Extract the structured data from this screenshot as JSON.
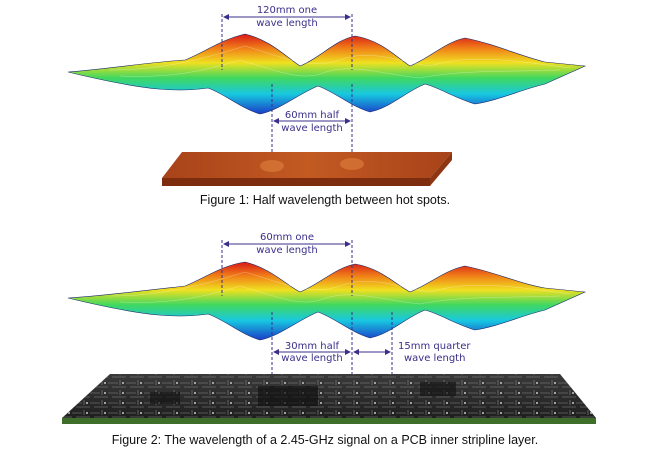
{
  "figure1": {
    "dim_top_line1": "120mm one",
    "dim_top_line2": "wave length",
    "dim_mid_line1": "60mm half",
    "dim_mid_line2": "wave length",
    "caption": "Figure 1: Half wavelength between hot spots."
  },
  "figure2": {
    "dim_top_line1": "60mm one",
    "dim_top_line2": "wave length",
    "dim_half_line1": "30mm half",
    "dim_half_line2": "wave length",
    "dim_quarter_line1": "15mm quarter",
    "dim_quarter_line2": "wave length",
    "caption": "Figure 2: The wavelength of a 2.45-GHz signal on a PCB inner stripline layer."
  },
  "colors": {
    "dimension_lines": "#3a2f8a",
    "board1_copper": "#b8501e",
    "board2_pcb": "#2b2b2b",
    "wave_gradient": [
      "#1a3cc8",
      "#18c8e0",
      "#40d860",
      "#f0e020",
      "#f08018",
      "#d81818"
    ]
  }
}
